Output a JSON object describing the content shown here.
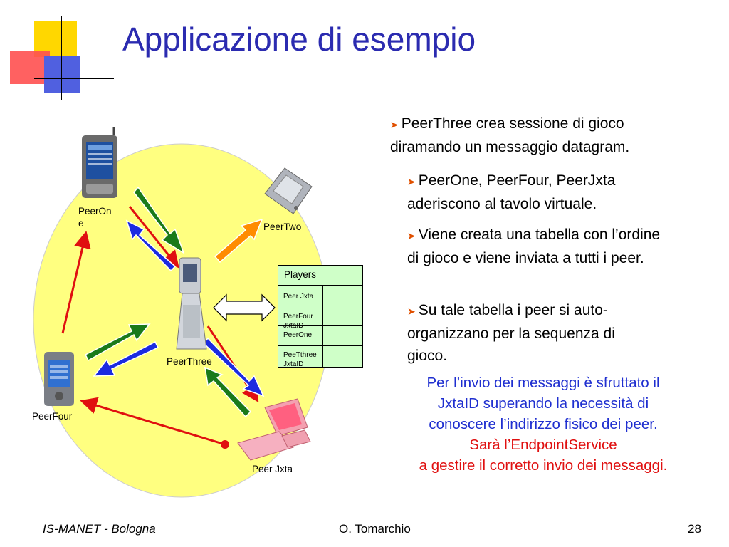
{
  "title": "Applicazione di esempio",
  "bullets": [
    "PeerThree crea sessione di gioco diramando un messaggio datagram.",
    "PeerOne, PeerFour, PeerJxta aderiscono al tavolo virtuale.",
    "Viene creata una tabella con l’ordine di gioco e viene inviata a tutti i peer.",
    "Su tale tabella i peer si auto-organizzano per la sequenza di gioco."
  ],
  "note": {
    "blue_lines": [
      "Per l’invio dei messaggi è sfruttato il",
      "JxtaID superando la necessità di",
      "conoscere l’indirizzo fisico dei peer."
    ],
    "red_lines": [
      "Sarà l’EndpointService",
      "a gestire il corretto invio dei messaggi."
    ]
  },
  "diagram": {
    "peer_one": "PeerOn\ne",
    "peer_two": "PeerTwo",
    "peer_three": "PeerThree",
    "peer_four": "PeerFour",
    "peer_jxta": "Peer Jxta",
    "table": {
      "header": "Players",
      "rows": [
        "Peer Jxta",
        "PeerFour\nJxtaID\nPeerOne",
        "PeeTthree\nJxtaID"
      ]
    }
  },
  "footer": {
    "left": "IS-MANET - Bologna",
    "center": "O. Tomarchio",
    "page": "28"
  },
  "colors": {
    "title": "#2b2bb0",
    "ellipse": "#ffff80",
    "arrow_green": "#1a7a1a",
    "arrow_blue": "#1c2be0",
    "arrow_orange": "#ff8c00",
    "arrow_red": "#e01010"
  }
}
